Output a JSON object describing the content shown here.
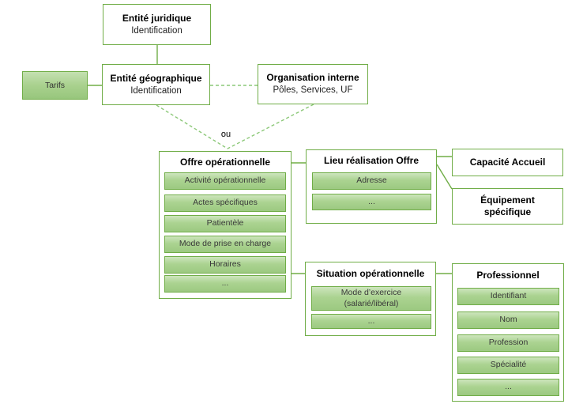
{
  "diagram": {
    "or_label": "ou",
    "colors": {
      "box_border": "#70AD47",
      "solid_connector": "#70AD47",
      "dashed_connector": "#8CC878",
      "item_fill_top": "#CDE5BD",
      "item_fill_bottom": "#9CC981"
    },
    "nodes": {
      "tarifs": {
        "label": "Tarifs"
      },
      "entite_juridique": {
        "title": "Entité juridique",
        "subtitle": "Identification"
      },
      "entite_geographique": {
        "title": "Entité géographique",
        "subtitle": "Identification"
      },
      "organisation_interne": {
        "title": "Organisation interne",
        "subtitle": "Pôles, Services, UF"
      },
      "offre_operationnelle": {
        "title": "Offre opérationnelle",
        "items": [
          "Activité opérationnelle",
          "Actes spécifiques",
          "Patientèle",
          "Mode de prise en charge",
          "Horaires",
          "..."
        ]
      },
      "lieu_realisation_offre": {
        "title": "Lieu réalisation Offre",
        "items": [
          "Adresse",
          "..."
        ]
      },
      "capacite_accueil": {
        "title": "Capacité Accueil"
      },
      "equipement_specifique": {
        "title": "Équipement spécifique"
      },
      "situation_operationnelle": {
        "title": "Situation opérationnelle",
        "items": [
          "Mode d’exercice (salarié/libéral)",
          "..."
        ]
      },
      "professionnel": {
        "title": "Professionnel",
        "items": [
          "Identifiant",
          "Nom",
          "Profession",
          "Spécialité",
          "..."
        ]
      }
    }
  }
}
